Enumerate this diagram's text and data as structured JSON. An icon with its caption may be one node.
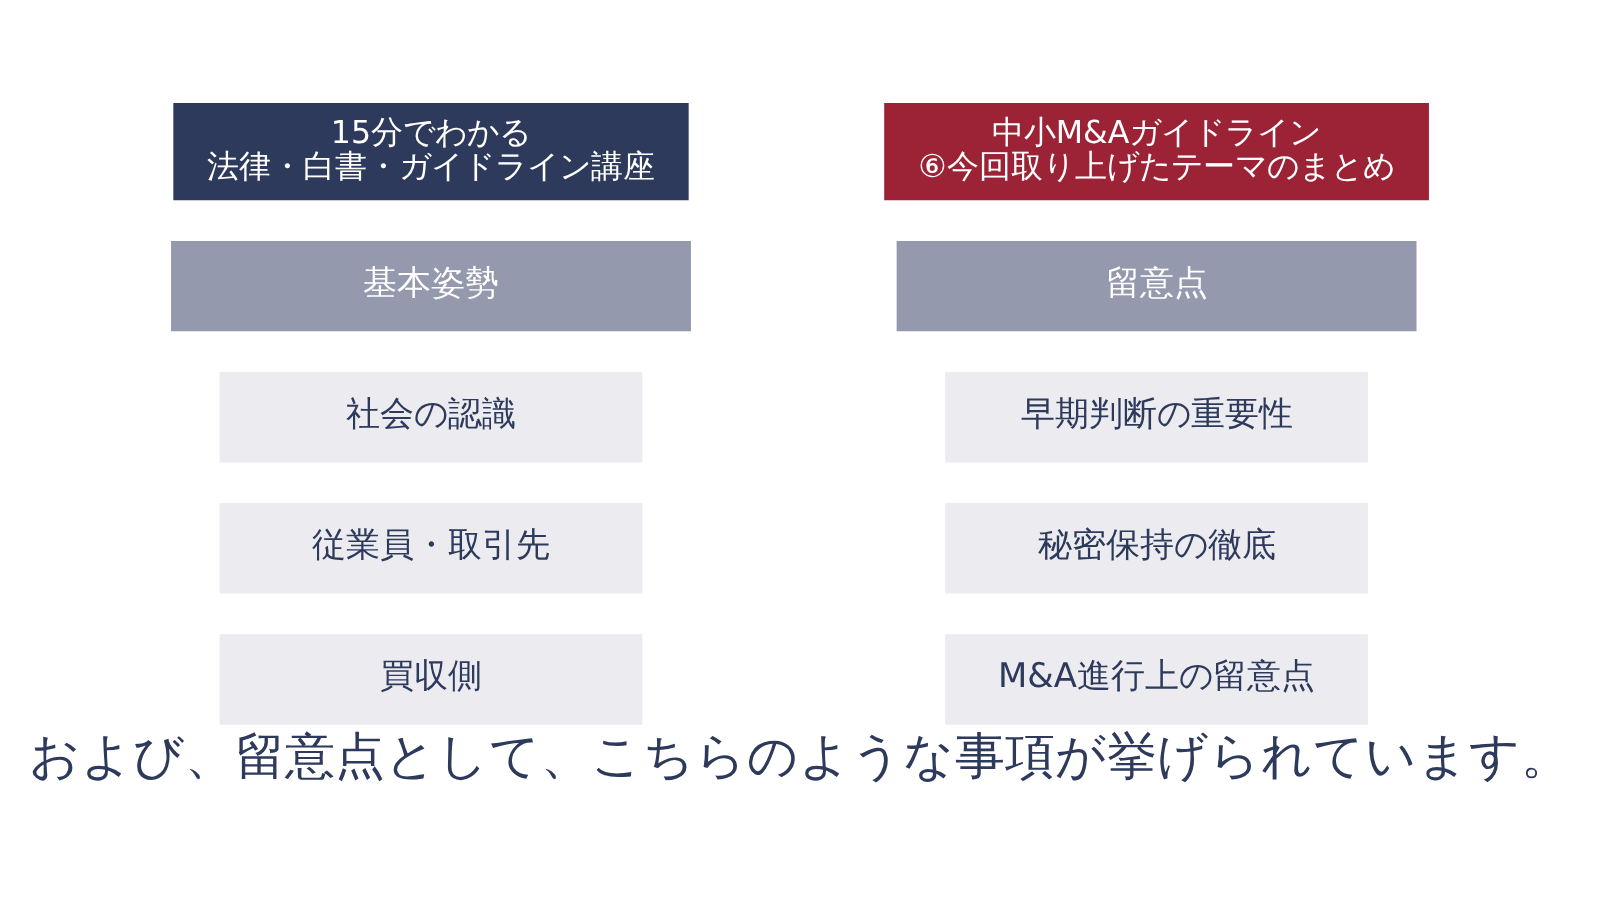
{
  "diagram": {
    "caption": "および、留意点として、こちらのような事項が挙げられています。",
    "nodes": [
      {
        "text": [
          "15分でわかる",
          "法律・白書・ガイドライン講座"
        ]
      },
      {
        "text": [
          "中小M&Aガイドライン",
          "⑥今回取り上げたテーマのまとめ"
        ]
      },
      {
        "text": [
          "基本姿勢"
        ]
      },
      {
        "text": [
          "社会の認識"
        ]
      },
      {
        "text": [
          "従業員・取引先"
        ]
      },
      {
        "text": [
          "買収側"
        ]
      },
      {
        "text": [
          "留意点"
        ]
      },
      {
        "text": [
          "早期判断の重要性"
        ]
      },
      {
        "text": [
          "秘密保持の徹底"
        ]
      },
      {
        "text": [
          "M&A進行上の留意点"
        ]
      }
    ]
  }
}
